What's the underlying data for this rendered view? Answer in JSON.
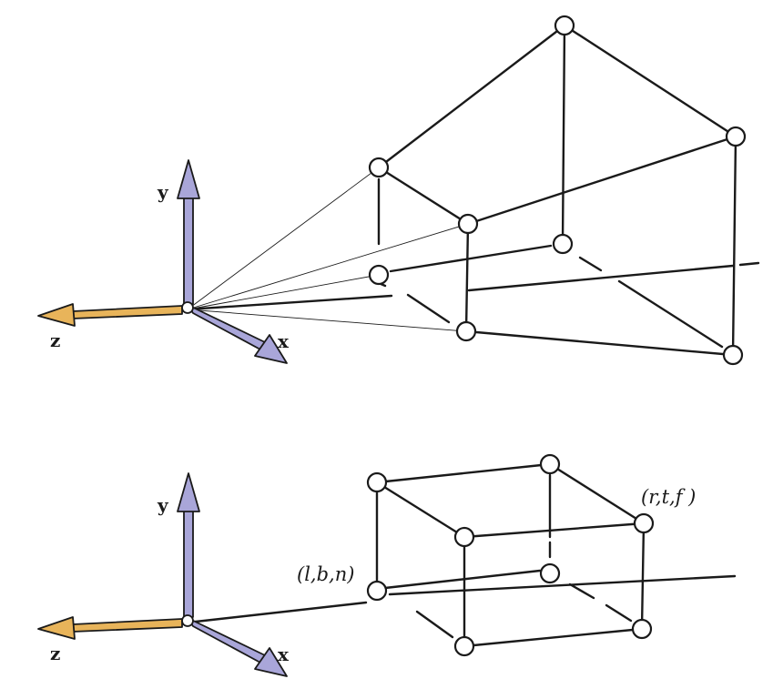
{
  "top_view": {
    "axes": {
      "x_label": "x",
      "y_label": "y",
      "z_label": "z"
    }
  },
  "bottom_view": {
    "axes": {
      "x_label": "x",
      "y_label": "y",
      "z_label": "z"
    },
    "near_corner_label": "(l,b,n)",
    "far_corner_label": "(r,t,f )"
  },
  "colors": {
    "x_axis": "#a9a6d9",
    "y_axis": "#a9a6d9",
    "z_axis": "#e8b45a",
    "stroke": "#1a1a1a"
  }
}
